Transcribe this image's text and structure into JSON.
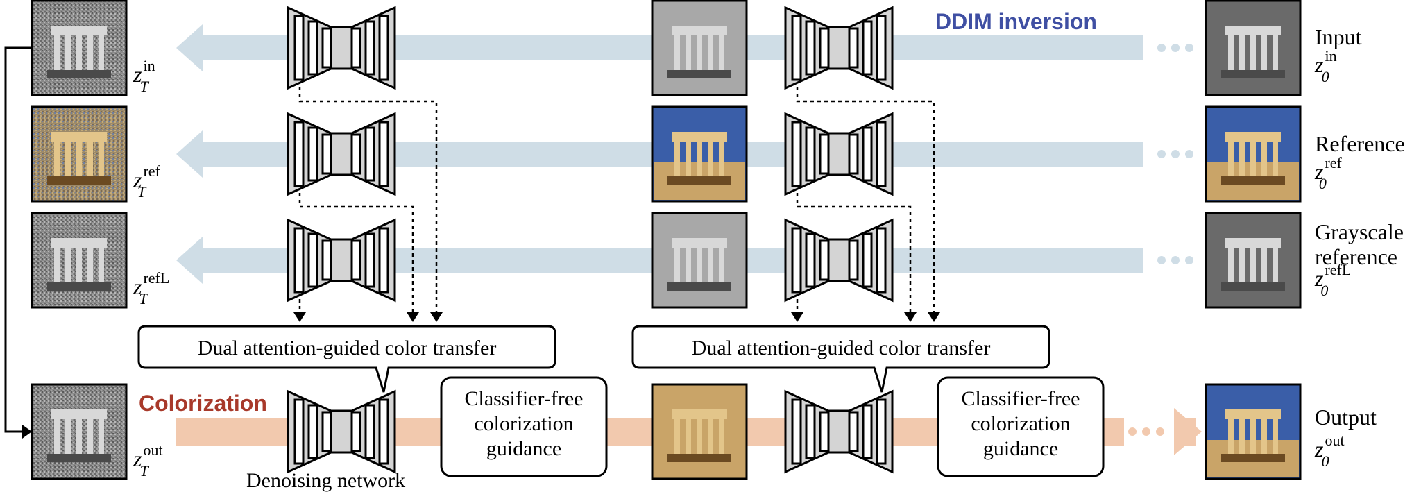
{
  "titles": {
    "ddim_inversion": "DDIM inversion",
    "colorization": "Colorization"
  },
  "colors": {
    "inversion_arrow": "#cfdde6",
    "colorization_arrow": "#f2c9ae",
    "ddim_text": "#3f4fa3",
    "colorization_text": "#a8392a",
    "unet_fill": "#d4d4d4",
    "frame": "#000000"
  },
  "rows": [
    {
      "id": "input",
      "name_lines": [
        "Input"
      ],
      "latent_T": {
        "base": "z",
        "sub": "T",
        "sup": "in"
      },
      "latent_0": {
        "base": "z",
        "sub": "0",
        "sup": "in"
      }
    },
    {
      "id": "reference",
      "name_lines": [
        "Reference"
      ],
      "latent_T": {
        "base": "z",
        "sub": "T",
        "sup": "ref"
      },
      "latent_0": {
        "base": "z",
        "sub": "0",
        "sup": "ref"
      }
    },
    {
      "id": "grayscale-reference",
      "name_lines": [
        "Grayscale",
        "reference"
      ],
      "latent_T": {
        "base": "z",
        "sub": "T",
        "sup": "refL"
      },
      "latent_0": {
        "base": "z",
        "sub": "0",
        "sup": "refL"
      }
    },
    {
      "id": "output",
      "name_lines": [
        "Output"
      ],
      "latent_T": {
        "base": "z",
        "sub": "T",
        "sup": "out"
      },
      "latent_0": {
        "base": "z",
        "sub": "0",
        "sup": "out"
      }
    }
  ],
  "boxes": {
    "dual_attention": "Dual attention-guided color transfer",
    "guidance_lines": [
      "Classifier-free",
      "colorization",
      "guidance"
    ]
  },
  "labels": {
    "denoising_network": "Denoising network",
    "ellipsis_icon": "ellipsis-icon"
  }
}
